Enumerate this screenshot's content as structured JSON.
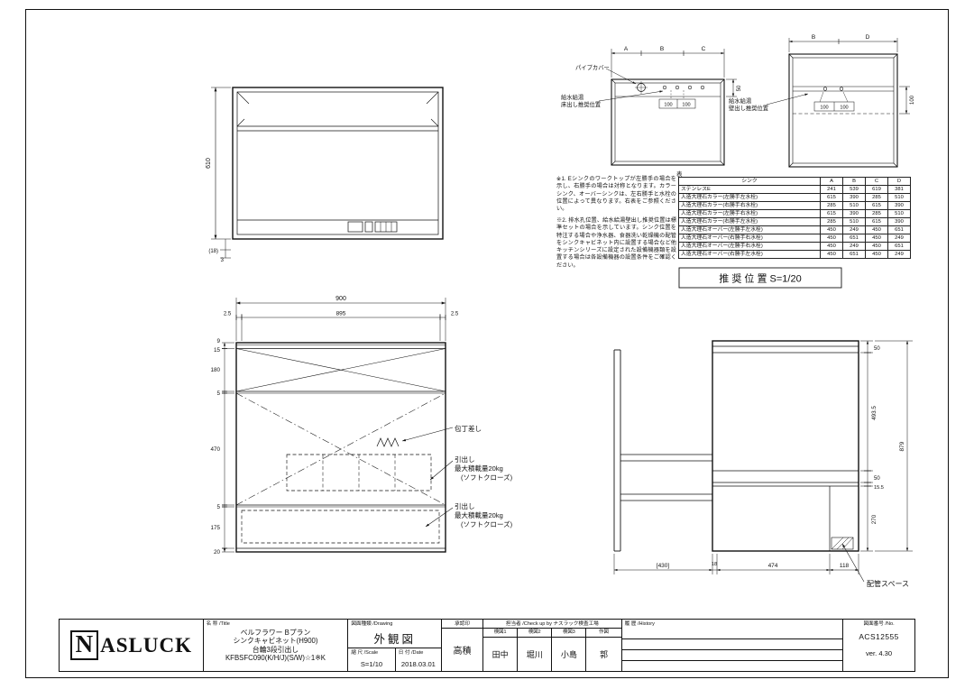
{
  "upper_front_view": {
    "dim_height": "610",
    "dim_base_upper": "(18)",
    "dim_base_lower": "3"
  },
  "front_view": {
    "dim_total": "900",
    "dim_edge_left": "2.5",
    "dim_body": "895",
    "dim_edge_right": "2.5",
    "dims_vertical": [
      "9",
      "15",
      "180",
      "5",
      "470",
      "5",
      "175",
      "20"
    ],
    "label_knife": "包丁差し",
    "drawer1": {
      "l1": "引出し",
      "l2": "最大積載量20kg",
      "l3": "(ソフトクローズ)"
    },
    "drawer2": {
      "l1": "引出し",
      "l2": "最大積載量20kg",
      "l3": "(ソフトクローズ)"
    }
  },
  "plan_views": {
    "label_pipe_cover": "パイプカバー",
    "floor_label": {
      "l1": "給水給湯",
      "l2": "床出し推奨位置"
    },
    "wall_label": {
      "l1": "給水給湯",
      "l2": "壁出し推奨位置"
    },
    "left": {
      "dim_a": "A",
      "dim_b": "B",
      "dim_c": "C",
      "dim_50": "50",
      "dim_100a": "100",
      "dim_100b": "100"
    },
    "right": {
      "dim_b": "B",
      "dim_d": "D",
      "dim_100a": "100",
      "dim_100b": "100",
      "dim_100v": "100"
    }
  },
  "recommended_position": {
    "label": "推 奨 位 置  S=1/20"
  },
  "notes": {
    "note1": "※1. Eシンクのワークトップが左勝手の場合を示し、右勝手の場合は対称となります。カラーシンク、オーバーシンクは、左右勝手と水栓の位置によって異なります。右表をご参照ください。",
    "note2": "※2. 排水孔位置、給水給湯壁出し推奨位置は標準セットの場合を示しています。シンク位置を特注する場合や浄水器、食器洗い乾燥機の配管をシンクキャビネット内に設置する場合など他キッチンシリーズに設定された設備機器類を設置する場合は各設備機器の設置条件をご確認ください。"
  },
  "sink_table": {
    "caption": "表",
    "headers": [
      "シンク",
      "A",
      "B",
      "C",
      "D"
    ],
    "rows": [
      [
        "ステンレスE",
        "241",
        "539",
        "619",
        "381"
      ],
      [
        "人造大理石カラー(左勝手左水栓)",
        "615",
        "390",
        "285",
        "510"
      ],
      [
        "人造大理石カラー(右勝手右水栓)",
        "285",
        "510",
        "615",
        "390"
      ],
      [
        "人造大理石カラー(左勝手右水栓)",
        "615",
        "390",
        "285",
        "510"
      ],
      [
        "人造大理石カラー(右勝手左水栓)",
        "285",
        "510",
        "615",
        "390"
      ],
      [
        "人造大理石オーバー(左勝手左水栓)",
        "450",
        "249",
        "450",
        "651"
      ],
      [
        "人造大理石オーバー(右勝手右水栓)",
        "450",
        "651",
        "450",
        "249"
      ],
      [
        "人造大理石オーバー(左勝手右水栓)",
        "450",
        "249",
        "450",
        "651"
      ],
      [
        "人造大理石オーバー(右勝手左水栓)",
        "450",
        "651",
        "450",
        "249"
      ]
    ]
  },
  "side_view": {
    "dim_50_top": "50",
    "dim_493": "493.5",
    "dim_50_mid": "50",
    "dim_15": "15.5",
    "dim_270": "270",
    "dim_879": "879",
    "dim_430": "[430]",
    "dim_18": "18",
    "dim_474": "474",
    "dim_118": "118",
    "label_pipe_space": "配管スペース"
  },
  "title_block": {
    "logo_n": "N",
    "logo_rest": "ASLUCK",
    "name_header": "名 称 /Title",
    "name_lines": [
      "ベルフラワー Bプラン",
      "シンクキャビネット(H900)",
      "台輪3段引出し",
      "KFBSFC090(K/H/J)(S/W)☆1※K"
    ],
    "drawing_header": "図面種類 /Drawing",
    "drawing_type": "外観図",
    "scale_header": "縮 尺 /Scale",
    "scale_value": "S=1/10",
    "date_header": "日 付 /Date",
    "date_value": "2018.03.01",
    "approver_header": "承認印",
    "approver_name": "高積",
    "checkers_header": "担当者 /Check up by ナスラック検査工場",
    "checker_labels": [
      "検図1",
      "検図2",
      "検図3",
      "作図"
    ],
    "checker_names": [
      "田中",
      "堀川",
      "小島",
      "郭"
    ],
    "history_header": "履 歴 /History",
    "drawing_no_header": "図面番号 /No.",
    "drawing_no": "ACS12555",
    "version": "ver. 4.30"
  }
}
